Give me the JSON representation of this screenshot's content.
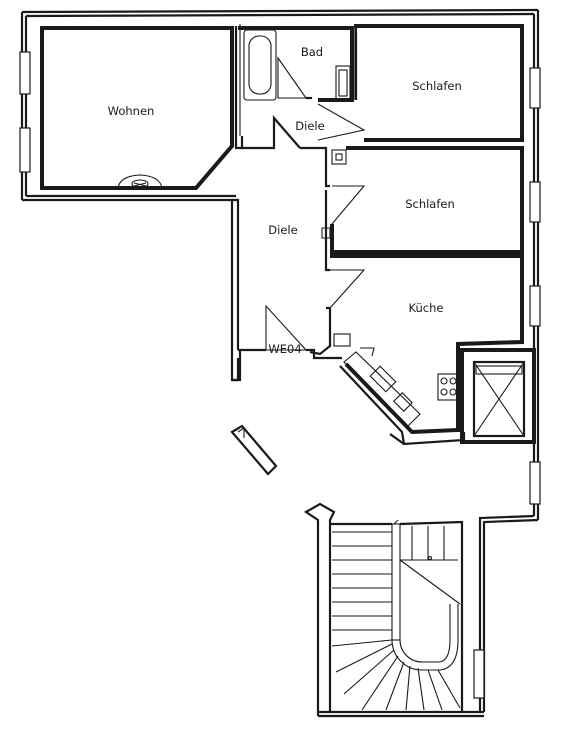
{
  "plan": {
    "rooms": [
      {
        "key": "wohnen",
        "label": "Wohnen"
      },
      {
        "key": "bad",
        "label": "Bad"
      },
      {
        "key": "schlafen1",
        "label": "Schlafen"
      },
      {
        "key": "diele1",
        "label": "Diele"
      },
      {
        "key": "schlafen2",
        "label": "Schlafen"
      },
      {
        "key": "diele2",
        "label": "Diele"
      },
      {
        "key": "kueche",
        "label": "Küche"
      }
    ],
    "unit_label": "WE04"
  },
  "colors": {
    "line": "#1a1a1a",
    "background": "#ffffff"
  }
}
